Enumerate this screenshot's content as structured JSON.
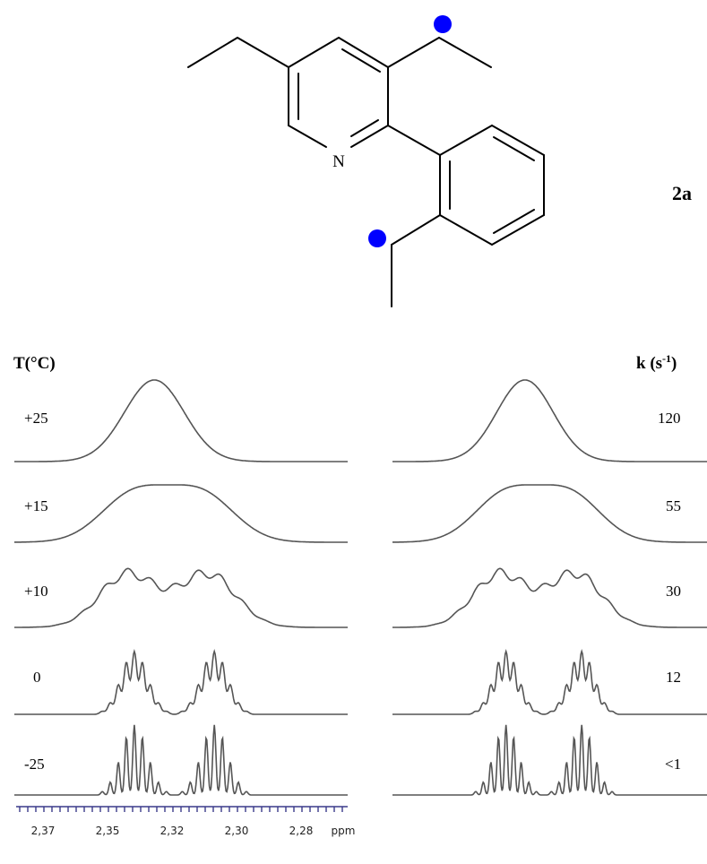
{
  "compound_label": "2a",
  "atom_label": "N",
  "temp_header": "T(°C)",
  "rate_header_main": "k (s",
  "rate_header_sup": "-1",
  "rate_header_close": ")",
  "rows": [
    {
      "temperature": "+25",
      "rate": "120"
    },
    {
      "temperature": "+15",
      "rate": "55"
    },
    {
      "temperature": "+10",
      "rate": "30"
    },
    {
      "temperature": "0",
      "rate": "12"
    },
    {
      "temperature": "-25",
      "rate": "<1"
    }
  ],
  "axis": {
    "unit": "ppm",
    "tick_labels": [
      "2,37",
      "2,35",
      "2,32",
      "2,30",
      "2,28"
    ]
  },
  "colors": {
    "marker": "#0000ff",
    "spectrum": "#555555",
    "axis": "#3a3a8a"
  }
}
